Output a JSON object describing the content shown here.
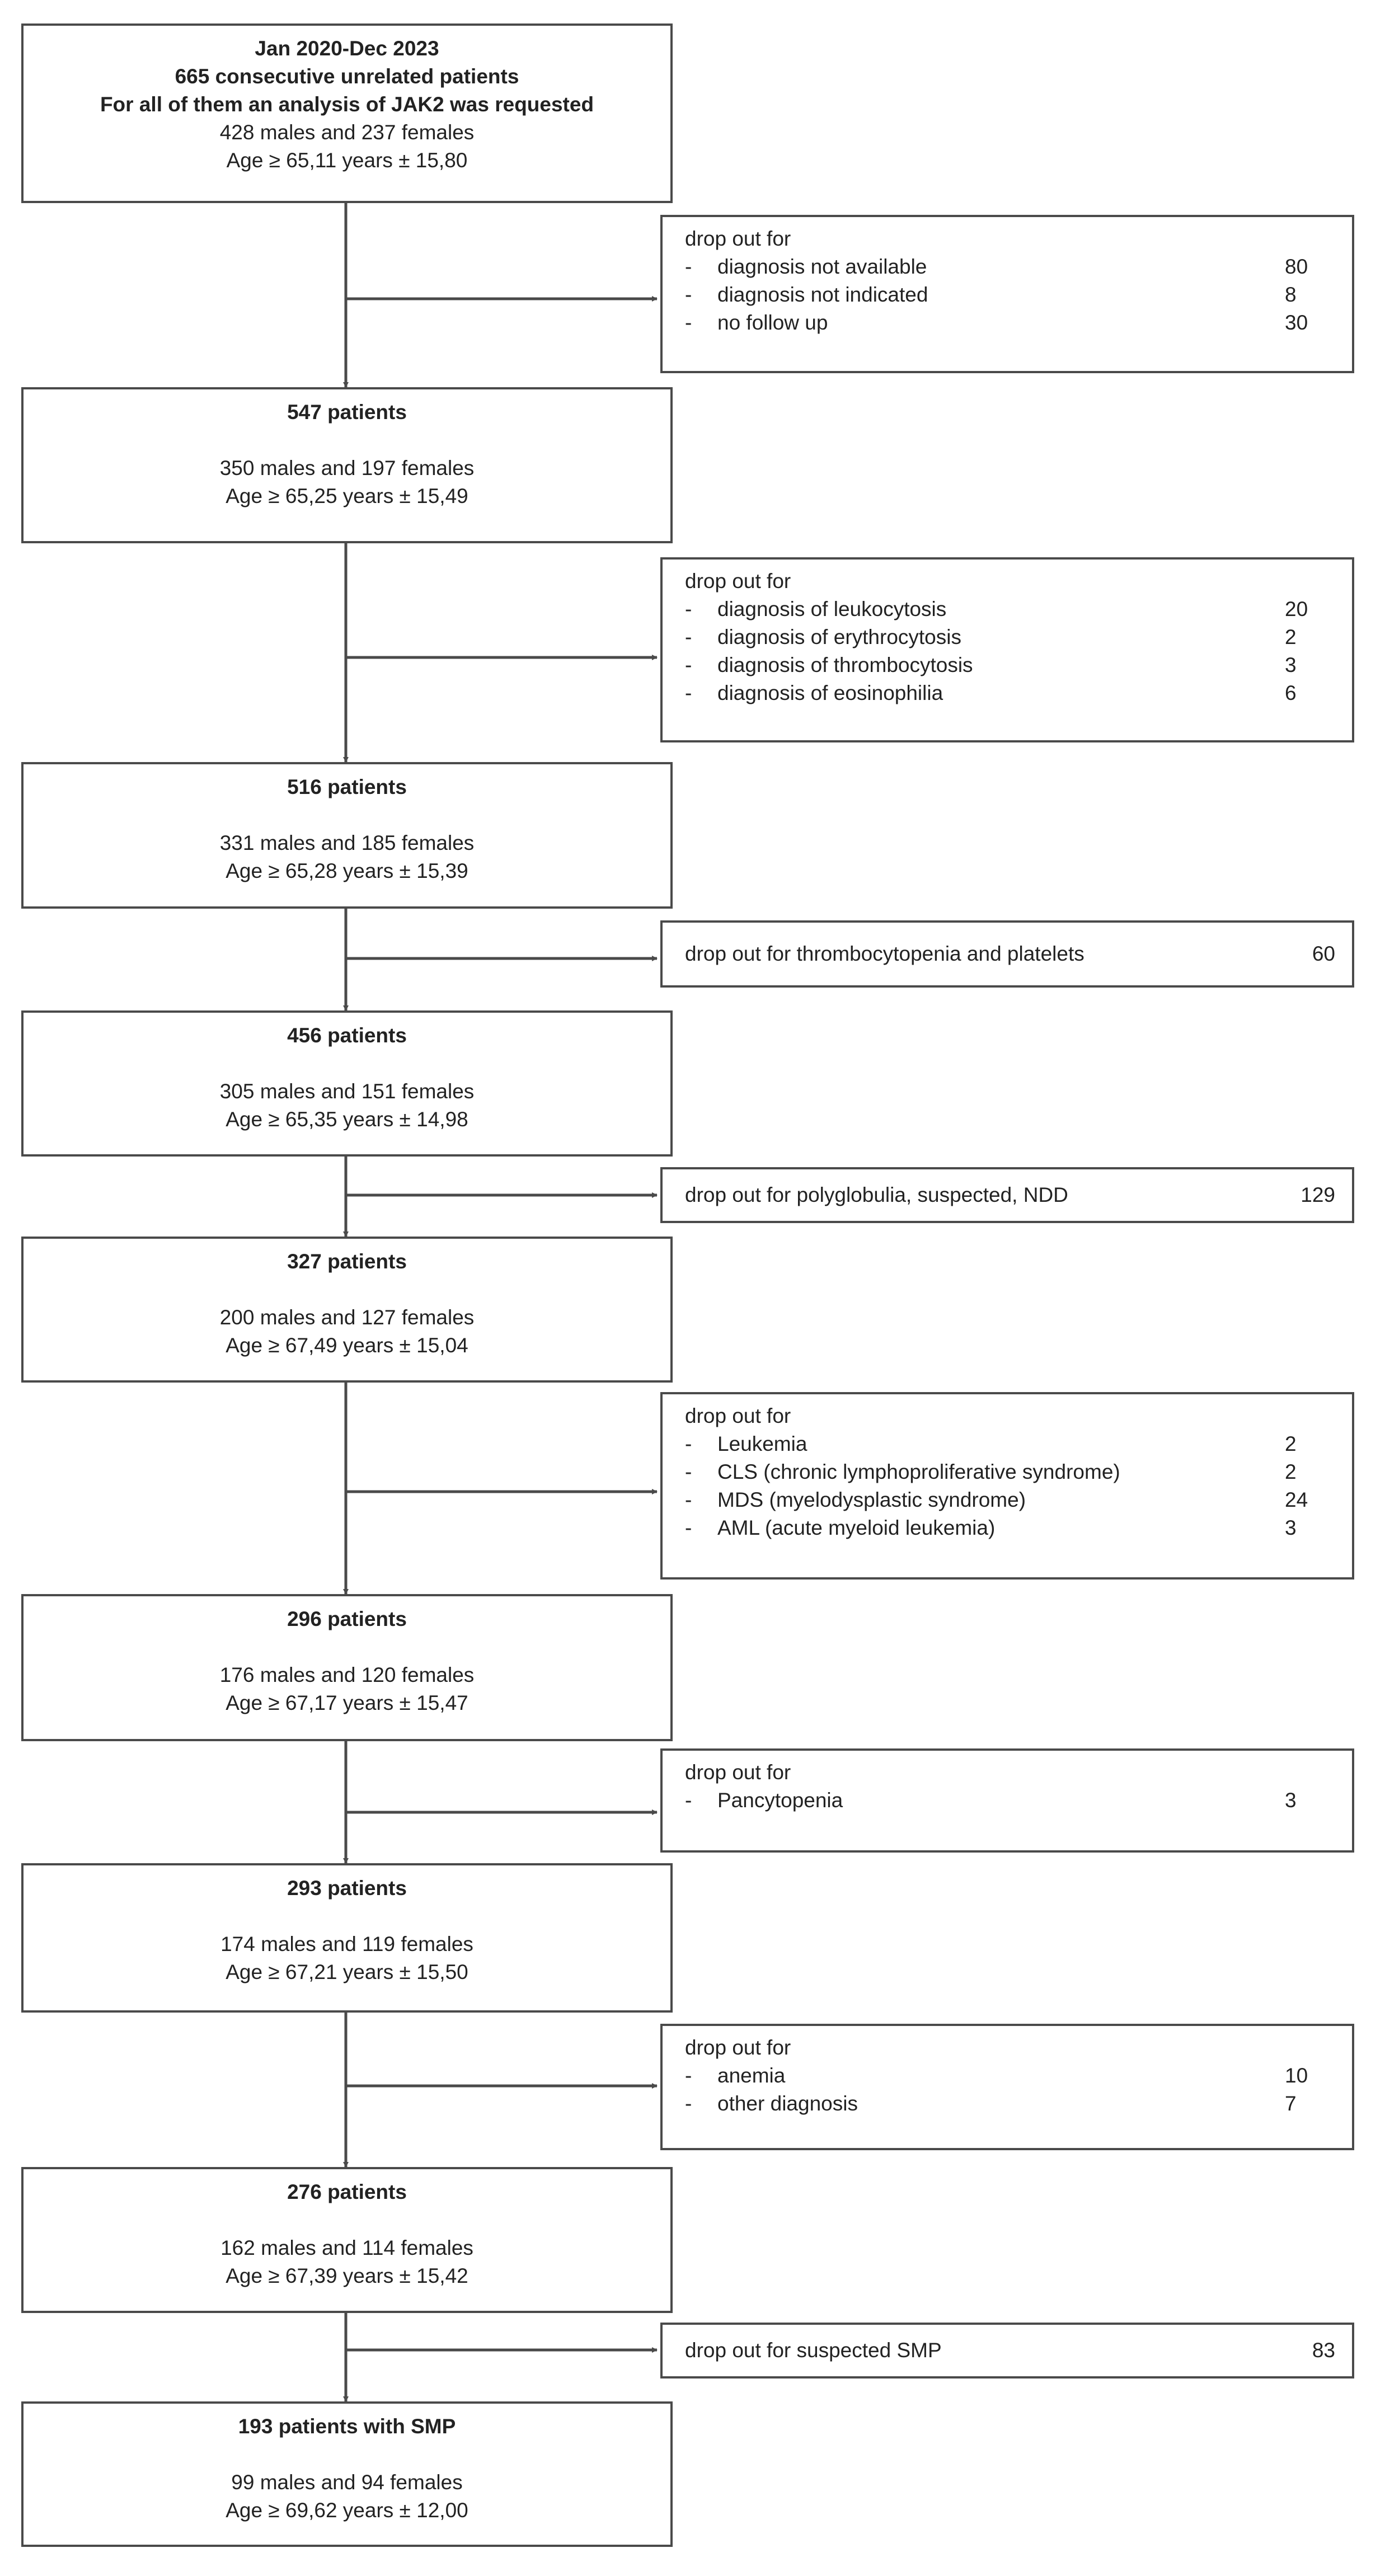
{
  "patient_boxes": [
    {
      "lines": [
        "Jan 2020-Dec 2023",
        "665 consecutive unrelated patients",
        "For all of them an analysis of JAK2 was requested"
      ],
      "sex": "428 males and 237 females",
      "age": "Age ≥ 65,11 years ± 15,80"
    },
    {
      "lines": [
        "547 patients"
      ],
      "sex": "350 males and 197 females",
      "age": "Age ≥ 65,25 years ± 15,49"
    },
    {
      "lines": [
        "516 patients"
      ],
      "sex": "331 males and 185 females",
      "age": "Age ≥ 65,28 years ± 15,39"
    },
    {
      "lines": [
        "456 patients"
      ],
      "sex": "305 males and 151 females",
      "age": "Age ≥ 65,35 years ± 14,98"
    },
    {
      "lines": [
        "327 patients"
      ],
      "sex": "200 males and 127 females",
      "age": "Age ≥ 67,49 years ± 15,04"
    },
    {
      "lines": [
        "296 patients"
      ],
      "sex": "176 males and 120 females",
      "age": "Age ≥ 67,17 years ± 15,47"
    },
    {
      "lines": [
        "293 patients"
      ],
      "sex": "174 males and 119 females",
      "age": "Age ≥ 67,21 years ± 15,50"
    },
    {
      "lines": [
        "276 patients"
      ],
      "sex": "162 males and 114 females",
      "age": "Age ≥ 67,39 years ± 15,42"
    },
    {
      "lines": [
        "193 patients with SMP"
      ],
      "sex": "99 males and 94 females",
      "age": "Age ≥ 69,62 years ± 12,00"
    }
  ],
  "dropout_boxes": [
    {
      "heading": "drop out for",
      "items": [
        {
          "label": "diagnosis not available",
          "count": "80"
        },
        {
          "label": "diagnosis not indicated",
          "count": "8"
        },
        {
          "label": "no follow up",
          "count": "30"
        }
      ]
    },
    {
      "heading": "drop out for",
      "items": [
        {
          "label": "diagnosis of leukocytosis",
          "count": "20"
        },
        {
          "label": "diagnosis of erythrocytosis",
          "count": "2"
        },
        {
          "label": "diagnosis of thrombocytosis",
          "count": "3"
        },
        {
          "label": "diagnosis of eosinophilia",
          "count": "6"
        }
      ]
    },
    {
      "text": "drop out for thrombocytopenia and platelets",
      "count": "60"
    },
    {
      "text": "drop out for polyglobulia, suspected, NDD",
      "count": "129"
    },
    {
      "heading": "drop out for",
      "items": [
        {
          "label": "Leukemia",
          "count": "2"
        },
        {
          "label": "CLS (chronic lymphoproliferative syndrome)",
          "count": "2"
        },
        {
          "label": "MDS (myelodysplastic syndrome)",
          "count": "24"
        },
        {
          "label": "AML (acute myeloid leukemia)",
          "count": "3"
        }
      ]
    },
    {
      "heading": "drop out for",
      "items": [
        {
          "label": "Pancytopenia",
          "count": "3"
        }
      ]
    },
    {
      "heading": "drop out for",
      "items": [
        {
          "label": "anemia",
          "count": "10"
        },
        {
          "label": "other diagnosis",
          "count": "7"
        }
      ]
    },
    {
      "text": "drop out for suspected SMP",
      "count": "83"
    }
  ],
  "colors": {
    "line": "#4a4a4a",
    "text": "#222222",
    "background": "#ffffff"
  }
}
